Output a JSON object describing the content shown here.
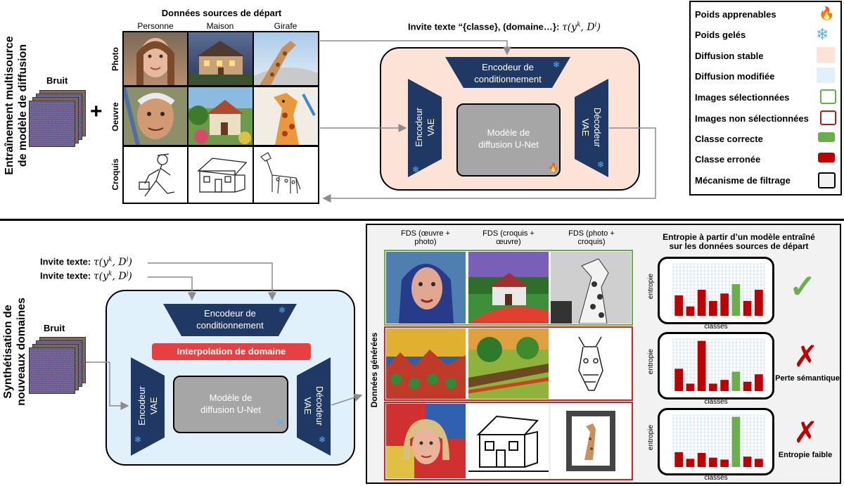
{
  "top": {
    "side_title_line1": "Entraînement multisource",
    "side_title_line2": "de modèle de diffusion",
    "noise_label": "Bruit",
    "plus": "+",
    "source_title": "Données sources de départ",
    "columns": [
      "Personne",
      "Maison",
      "Girafe"
    ],
    "rows": [
      "Photo",
      "Oeuvre",
      "Croquis"
    ],
    "prompt_prefix": "Invite texte “{classe}, (domaine…}:",
    "encoder_cond": [
      "Encodeur de",
      "conditionnement"
    ],
    "encoder_vae": [
      "Encodeur",
      "VAE"
    ],
    "unet": [
      "Modèle de",
      "diffusion U-Net"
    ],
    "decoder_vae": [
      "Décodeur",
      "VAE"
    ]
  },
  "bottom": {
    "side_title_line1": "Synthétisation de",
    "side_title_line2": "nouveaux domaines",
    "prompt1": "Invite texte:",
    "prompt2": "Invite texte:",
    "noise_label": "Bruit",
    "encoder_cond": [
      "Encodeur de",
      "conditionnement"
    ],
    "interp": "Interpolation de domaine",
    "encoder_vae": [
      "Encodeur",
      "VAE"
    ],
    "unet": [
      "Modèle de",
      "diffusion U-Net"
    ],
    "decoder_vae": [
      "Décodeur",
      "VAE"
    ],
    "generated_label": "Données générées",
    "fds_headers": [
      [
        "FDS (œuvre +",
        "photo)"
      ],
      [
        "FDS (croquis +",
        "œuvre)"
      ],
      [
        "FDS (photo +",
        "croquis)"
      ]
    ],
    "entropy_title": [
      "Entropie à partir d’un modèle entraîné",
      "sur les données sources de départ"
    ],
    "axis_y": "entropie",
    "axis_x": "classes",
    "outcomes": [
      "",
      "Perte sémantique",
      "Entropie faible"
    ]
  },
  "legend": [
    {
      "label": "Poids apprenables",
      "marker": "flame-icon"
    },
    {
      "label": "Poids gelés",
      "marker": "snowflake-icon"
    },
    {
      "label": "Diffusion stable",
      "marker": "swatch",
      "color": "#fde3d6"
    },
    {
      "label": "Diffusion modifiée",
      "marker": "swatch",
      "color": "#e1f1fb"
    },
    {
      "label": "Images sélectionnées",
      "marker": "outline",
      "color": "#69b04a"
    },
    {
      "label": "Images non sélectionnées",
      "marker": "outline",
      "color": "#c01818"
    },
    {
      "label": "Classe correcte",
      "marker": "fill",
      "color": "#69b04a"
    },
    {
      "label": "Classe erronée",
      "marker": "fill",
      "color": "#c00000"
    },
    {
      "label": "Mécanisme de filtrage",
      "marker": "outline",
      "color": "#000000"
    }
  ],
  "chart_data": [
    {
      "type": "bar",
      "title": "",
      "xlabel": "classes",
      "ylabel": "entropie",
      "values": [
        0.55,
        0.25,
        0.7,
        0.4,
        0.6,
        0.85,
        0.4,
        0.7
      ],
      "correct_index": 5,
      "ylim": [
        0,
        1.4
      ]
    },
    {
      "type": "bar",
      "title": "",
      "xlabel": "classes",
      "ylabel": "entropie",
      "values": [
        0.6,
        0.2,
        1.35,
        0.2,
        0.3,
        0.52,
        0.25,
        0.45
      ],
      "correct_index": 5,
      "ylim": [
        0,
        1.4
      ]
    },
    {
      "type": "bar",
      "title": "",
      "xlabel": "classes",
      "ylabel": "entropie",
      "values": [
        0.4,
        0.22,
        0.38,
        0.25,
        0.2,
        1.35,
        0.28,
        0.22
      ],
      "correct_index": 5,
      "ylim": [
        0,
        1.4
      ]
    }
  ],
  "colors": {
    "navy": "#1f3864",
    "stable": "#fde3d6",
    "modified": "#e1f1fb",
    "green": "#69b04a",
    "red": "#c00000",
    "unet": "#a6a6a6"
  }
}
